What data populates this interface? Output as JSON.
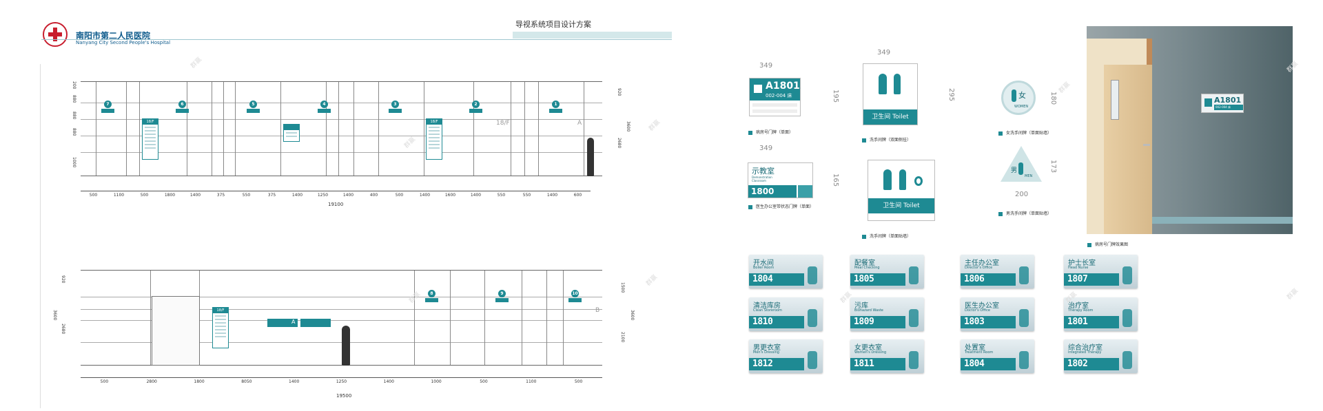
{
  "left_panel": {
    "hospital_name_cn": "南阳市第二人民医院",
    "hospital_name_en": "Nanyang City Second People's Hospital",
    "project_title": "导视系统项目设计方案",
    "elevation_top": {
      "sign_numbers": [
        "7",
        "6",
        "5",
        "4",
        "3",
        "2",
        "1"
      ],
      "directory_labels": [
        "18/F",
        "18/F"
      ],
      "mark_a": "A",
      "floor_mark": "18/F",
      "left_heights": [
        "200",
        "880",
        "880",
        "880",
        "1000"
      ],
      "right_heights": [
        "920",
        "3600",
        "2680"
      ],
      "dims": [
        "500",
        "1100",
        "500",
        "1800",
        "1400",
        "375",
        "550",
        "375",
        "1400",
        "1250",
        "1400",
        "400",
        "500",
        "1400",
        "1600",
        "1400",
        "550",
        "550",
        "1400",
        "600"
      ],
      "total": "19100"
    },
    "elevation_bottom": {
      "sign_numbers": [
        "8",
        "9",
        "10"
      ],
      "directory_label": "18/F",
      "mark_a": "A",
      "mark_b": "B",
      "wide_sign_1": "",
      "wide_sign_2": "",
      "left_heights": [
        "920",
        "3600",
        "2680"
      ],
      "right_heights": [
        "1500",
        "3600",
        "2100"
      ],
      "dims": [
        "500",
        "2800",
        "1800",
        "8050",
        "1400",
        "1250",
        "1400",
        "1000",
        "500",
        "1100",
        "500"
      ],
      "total": "19500"
    }
  },
  "right_panel": {
    "dims": {
      "w349a": "349",
      "h195": "195",
      "w349b": "349",
      "h295": "295",
      "h180": "180",
      "w349c": "349",
      "h165": "165",
      "h173": "173",
      "w200": "200"
    },
    "ward_sign": {
      "number": "A1801",
      "beds": "002-004 床"
    },
    "toilet_sign_1": {
      "label": "卫生间 Toilet"
    },
    "toilet_sign_2": {
      "label": "卫生间 Toilet"
    },
    "women_sign": {
      "cn": "女",
      "en": "WOMEN"
    },
    "men_sign": {
      "cn": "男",
      "en": "MEN"
    },
    "demo_sign": {
      "cn": "示教室",
      "en": "Demonstration Classroom",
      "number": "1800"
    },
    "captions": {
      "ward": "病房号门牌（单面）",
      "toilet_side": "洗手间牌（双面侧挂）",
      "women": "女洗手间牌（单面贴墙）",
      "demo": "医生办公室带状态门牌（单面）",
      "toilet_flat": "洗手间牌（单面贴墙）",
      "men": "男洗手间牌（单面贴墙）",
      "photo": "病房号门牌效果图"
    },
    "photo_sign": {
      "number": "A1801",
      "sub": "002-004 床"
    },
    "room_signs": [
      {
        "cn": "开水间",
        "en": "Boiler Room",
        "num": "1804"
      },
      {
        "cn": "配餐室",
        "en": "Meal Checking",
        "num": "1805"
      },
      {
        "cn": "主任办公室",
        "en": "Director's Office",
        "num": "1806"
      },
      {
        "cn": "护士长室",
        "en": "Head Nurse",
        "num": "1807"
      },
      {
        "cn": "清洁库房",
        "en": "Clean Storeroom",
        "num": "1810"
      },
      {
        "cn": "污库",
        "en": "Biohazard Waste",
        "num": "1809"
      },
      {
        "cn": "医生办公室",
        "en": "Doctor's Office",
        "num": "1803"
      },
      {
        "cn": "治疗室",
        "en": "Therapy Room",
        "num": "1801"
      },
      {
        "cn": "男更衣室",
        "en": "Men's Dressing",
        "num": "1812"
      },
      {
        "cn": "女更衣室",
        "en": "Women's Dressing",
        "num": "1811"
      },
      {
        "cn": "处置室",
        "en": "Treatment Room",
        "num": "1804"
      },
      {
        "cn": "综合治疗室",
        "en": "Integrated Therapy",
        "num": "1802"
      }
    ]
  },
  "colors": {
    "teal": "#1e8a93",
    "brand_red": "#c81e2e",
    "brand_blue": "#0e5b8c"
  }
}
